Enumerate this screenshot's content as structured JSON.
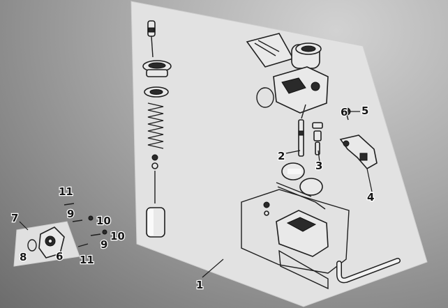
{
  "callouts": {
    "c1": "1",
    "c2": "2",
    "c3": "3",
    "c4": "4",
    "c5": "5",
    "c6a": "6",
    "c6b": "6",
    "c7": "7",
    "c8": "8",
    "c9a": "9",
    "c9b": "9",
    "c10a": "10",
    "c10b": "10",
    "c11a": "11",
    "c11b": "11"
  },
  "colors": {
    "plate": "#e4e4e4",
    "ink": "#1e1e1e",
    "background": "#8a8a8a"
  }
}
